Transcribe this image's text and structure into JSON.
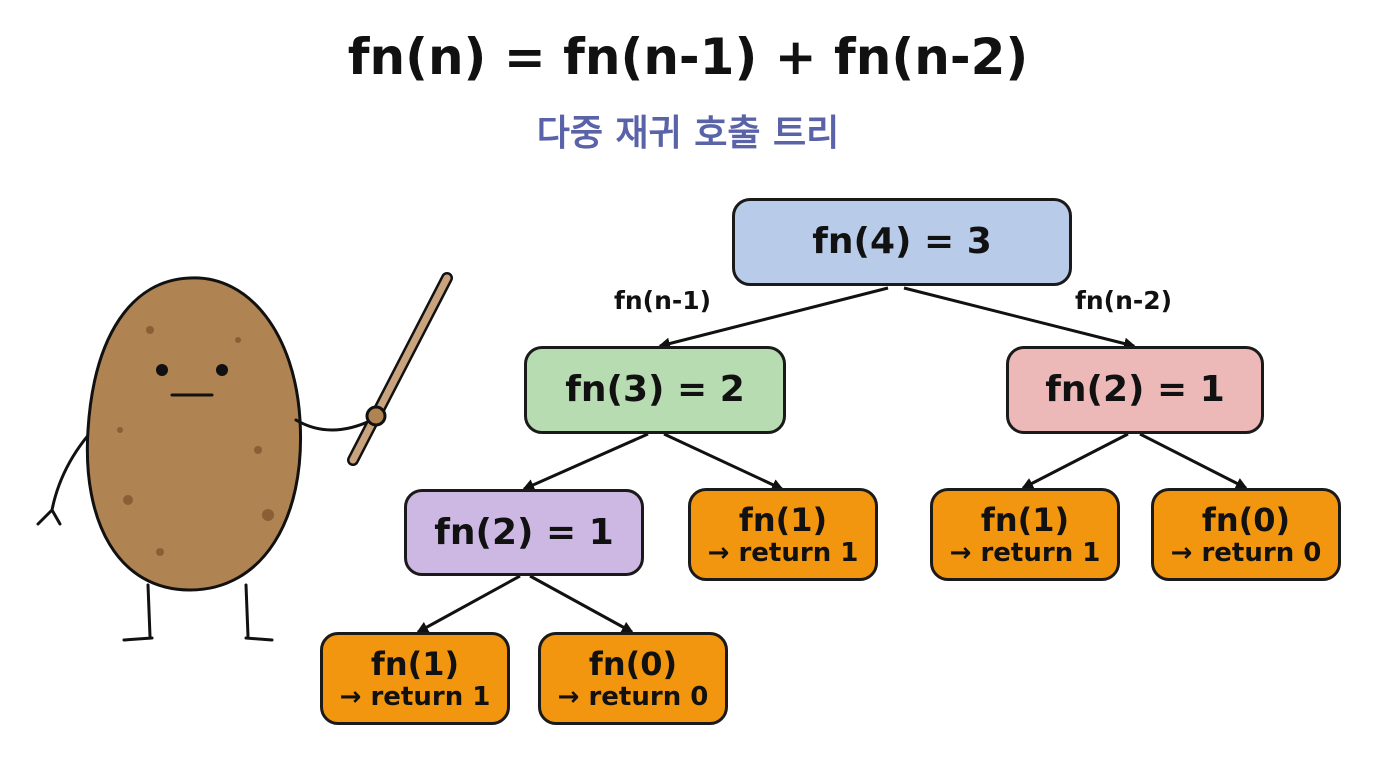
{
  "title": "fn(n) = fn(n-1) + fn(n-2)",
  "subtitle": "다중 재귀 호출 트리",
  "colors": {
    "root": "#b8cce9",
    "left": "#b7dcb1",
    "right": "#ecb8b8",
    "purple": "#cdb8e4",
    "leaf": "#f2960f",
    "subtitle": "#5b63a8",
    "potato": "#b08352"
  },
  "character": {
    "name": "potato-teacher-illustration"
  },
  "edge_labels": {
    "left": "fn(n-1)",
    "right": "fn(n-2)"
  },
  "nodes": {
    "root": {
      "label": "fn(4) = 3"
    },
    "n3": {
      "label": "fn(3) = 2"
    },
    "n2_right": {
      "label": "fn(2) = 1"
    },
    "n2_left": {
      "label": "fn(2) = 1"
    },
    "n1_a": {
      "label": "fn(1)",
      "ret": "→ return 1"
    },
    "n1_b": {
      "label": "fn(1)",
      "ret": "→ return 1"
    },
    "n0_b": {
      "label": "fn(0)",
      "ret": "→ return 0"
    },
    "n1_c": {
      "label": "fn(1)",
      "ret": "→ return 1"
    },
    "n0_c": {
      "label": "fn(0)",
      "ret": "→ return 0"
    }
  }
}
